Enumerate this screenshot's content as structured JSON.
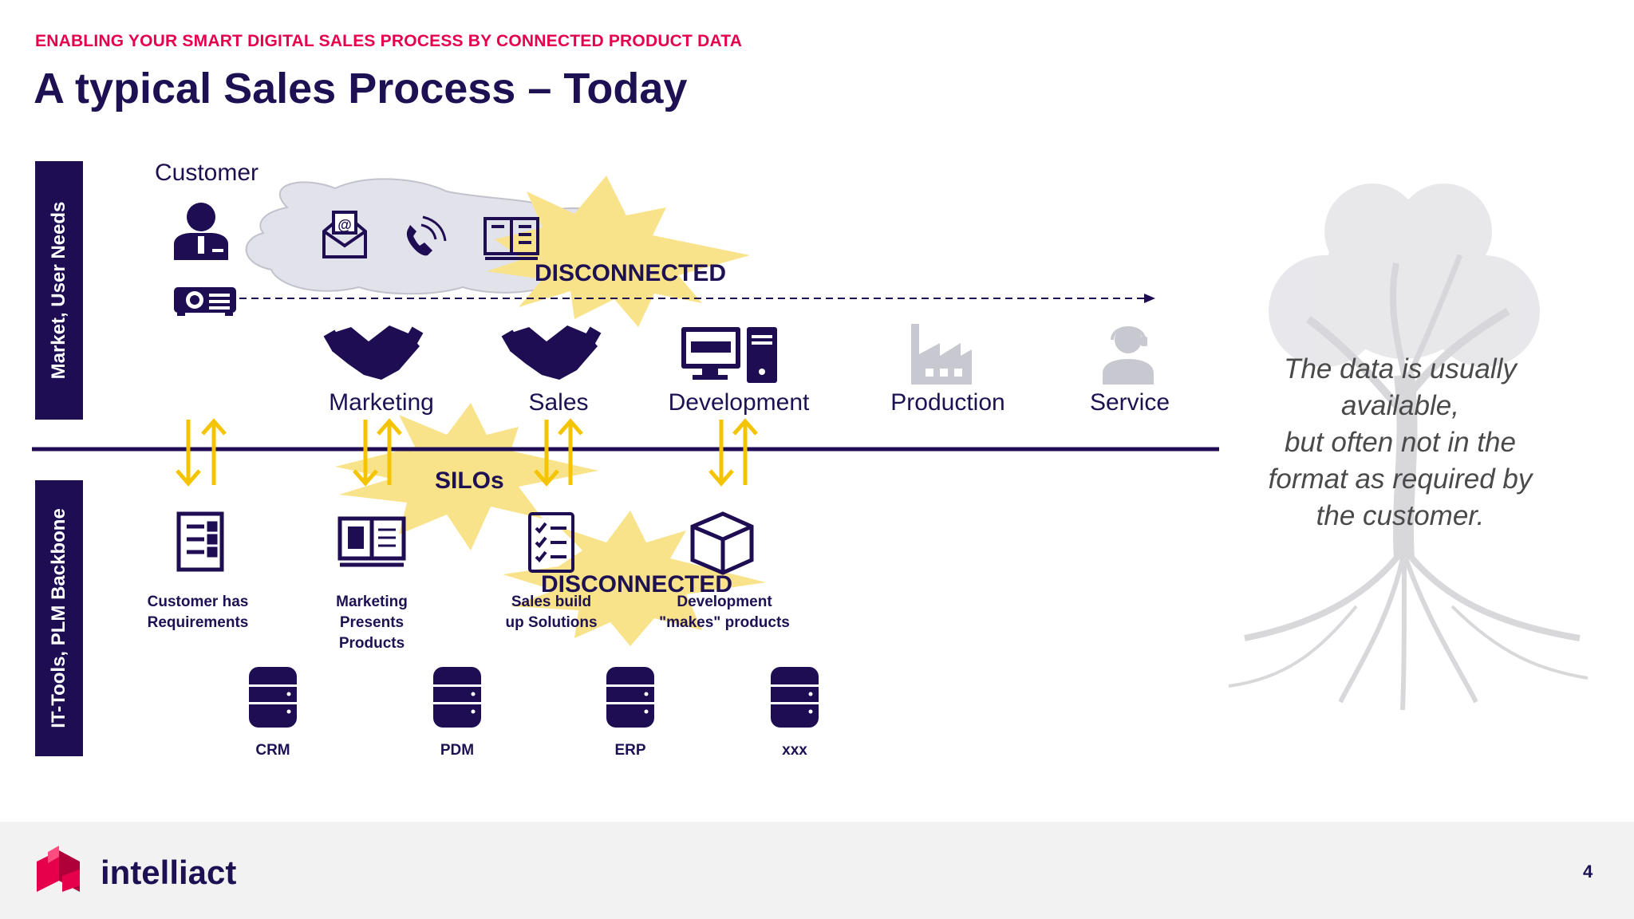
{
  "header": {
    "kicker": "ENABLING YOUR SMART DIGITAL SALES PROCESS BY CONNECTED PRODUCT DATA",
    "title": "A typical Sales Process – Today"
  },
  "sidebar": {
    "top_label": "Market, User Needs",
    "bottom_label": "IT-Tools, PLM Backbone"
  },
  "customer": {
    "label": "Customer"
  },
  "stages": [
    "Marketing",
    "Sales",
    "Development",
    "Production",
    "Service"
  ],
  "bursts": {
    "top": "DISCONNECTED",
    "middle": "SILOs",
    "bottom": "DISCONNECTED"
  },
  "tools": [
    {
      "line1": "Customer has",
      "line2": "Requirements",
      "line3": ""
    },
    {
      "line1": "Marketing",
      "line2": "Presents",
      "line3": "Products"
    },
    {
      "line1": "Sales build",
      "line2": "up Solutions",
      "line3": ""
    },
    {
      "line1": "Development",
      "line2": "\"makes\" products",
      "line3": ""
    }
  ],
  "databases": [
    "CRM",
    "PDM",
    "ERP",
    "xxx"
  ],
  "quote": [
    "The data is usually",
    "available,",
    "but often not in the",
    "format as required by",
    "the customer."
  ],
  "footer": {
    "logo": "intelliact",
    "page": "4"
  },
  "colors": {
    "navy": "#1e0d52",
    "accent": "#e6004c",
    "arrow": "#f5c400",
    "burst": "#f9e38a",
    "grey": "#c8c8d0"
  }
}
